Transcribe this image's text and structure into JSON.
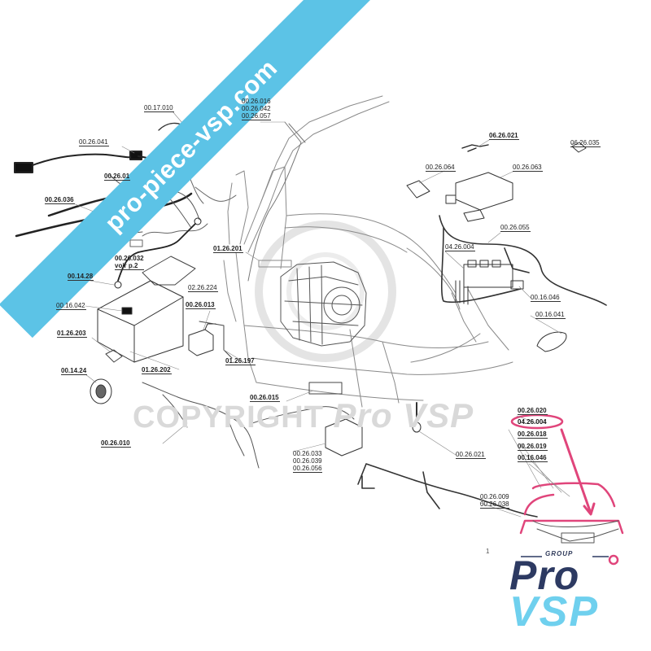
{
  "banner": {
    "text": "pro-piece-vsp.com"
  },
  "watermark": {
    "prefix": "COPYRIGHT",
    "brand": "Pro VSP"
  },
  "logo": {
    "group": "GROUP",
    "pro": "Pro",
    "vsp": "VSP"
  },
  "page_number": "1",
  "colors": {
    "banner": "#5cc3e6",
    "highlight": "#e0457b",
    "logo_dark": "#2d3a62",
    "logo_light": "#6fd0ee",
    "line": "#6b6b6b"
  },
  "labels": {
    "p_00_17_010": "00.17.010",
    "p_00_26_016_group": [
      "00.26.016",
      "00.26.042",
      "00.26.057"
    ],
    "p_00_26_041": "00.26.041",
    "p_00_26_01x": "00.26.01",
    "p_00_26_036": "00.26.036",
    "p_00_26_032_group": [
      "00.26.032",
      "voir p.2"
    ],
    "p_02_26_224": "02.26.224",
    "p_00_14_28": "00.14.28",
    "p_00_16_042": "00.16.042",
    "p_00_26_013": "00.26.013",
    "p_01_26_203": "01.26.203",
    "p_01_26_197": "01.26.197",
    "p_01_26_202": "01.26.202",
    "p_00_14_24": "00.14.24",
    "p_01_26_201": "01.26.201",
    "p_00_26_010": "00.26.010",
    "p_00_26_015": "00.26.015",
    "p_00_26_033_group": [
      "00.26.033",
      "00.26.039",
      "00.26.056"
    ],
    "p_00_26_021": "00.26.021",
    "p_06_26_021": "06.26.021",
    "p_06_26_035": "06.26.035",
    "p_00_26_064": "00.26.064",
    "p_00_26_063": "00.26.063",
    "p_00_26_055": "00.26.055",
    "p_04_26_004_top": "04.26.004",
    "p_00_16_046_top": "00.16.046",
    "p_00_16_041": "00.16.041",
    "p_00_26_020": "00.26.020",
    "p_04_26_004_hl": "04.26.004",
    "p_00_26_018": "00.26.018",
    "p_00_26_019": "00.26.019",
    "p_00_16_046_bottom": "00.16.046",
    "p_00_26_009_group": [
      "00.26.009",
      "00.26.038"
    ]
  }
}
